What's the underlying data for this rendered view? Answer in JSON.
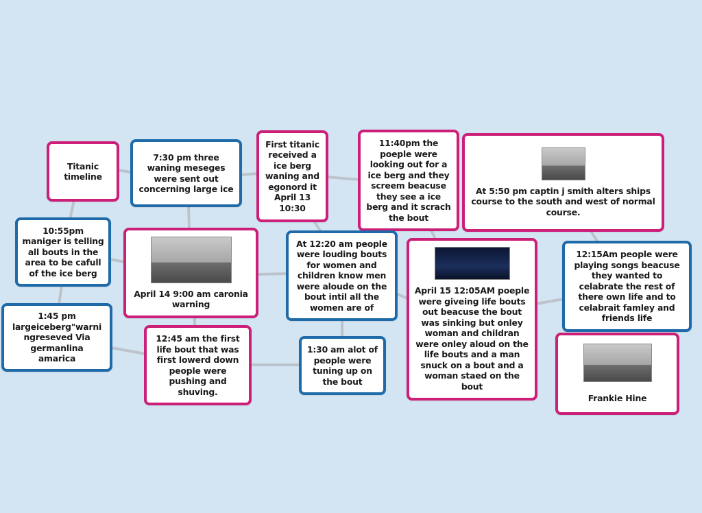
{
  "diagram": {
    "type": "mind-map",
    "background_color": "#d3e5f3",
    "colors": {
      "pink_border": "#cc1f78",
      "blue_border": "#1f6aa8",
      "connector": "#bcc3cb"
    },
    "nodes": [
      {
        "id": "title",
        "style": "pink",
        "text": "Titanic\ntimeline"
      },
      {
        "id": "n730",
        "style": "blue",
        "text": "7:30 pm three\nwaning meseges\nwere sent out\nconcerning large ice"
      },
      {
        "id": "first",
        "style": "pink",
        "text": "First titanic\nreceived a\nice berg\nwaning and\negonord it\nApril 13\n10:30"
      },
      {
        "id": "n1140",
        "style": "pink",
        "text": "11:40pm the\npoeple were\nlooking out for a\nice berg and they\nscreem beacuse\nthey see a ice\nberg and it scrach\nthe bout"
      },
      {
        "id": "n550",
        "style": "pink",
        "image": "titanic-sinking-photo",
        "text": "At 5:50 pm captin j smith alters ships\ncourse to the south and west of normal\ncourse."
      },
      {
        "id": "n1055",
        "style": "blue",
        "text": "10:55pm\nmaniger is telling\nall bouts in the\narea to be cafull\nof the ice berg"
      },
      {
        "id": "april14",
        "style": "pink",
        "image": "titanic-ship-photo",
        "text": "April 14 9:00 am caronia\nwarning"
      },
      {
        "id": "n1220",
        "style": "blue",
        "text": "At 12:20 am people\nwere louding bouts\nfor women and\nchildren know men\nwere aloude on the\nbout intil all the\nwomen are of"
      },
      {
        "id": "april15",
        "style": "pink",
        "image": "titanic-night-sinking-photo",
        "text": "April 15 12:05AM poeple\nwere giveing life bouts\nout beacuse the bout\nwas sinking but onley\nwoman and childran\nwere onley aloud on the\nlife bouts and a man\nsnuck on a bout and a\nwoman staed on the\nbout"
      },
      {
        "id": "n1215",
        "style": "blue",
        "text": "12:15Am people were\nplaying songs beacuse\nthey wanted to\ncelabrate the rest of\nthere own life and to\ncelabrait famley and\nfriends life"
      },
      {
        "id": "n145",
        "style": "blue",
        "text": "1:45 pm\nlargeiceberg\"warni\nngreseved    Via\ngermanlina\namarica"
      },
      {
        "id": "n1245",
        "style": "pink",
        "text": "12:45 am the first\nlife bout that was\nfirst lowerd down\npeople were\npushing and\nshuving."
      },
      {
        "id": "n130",
        "style": "blue",
        "text": "1:30 am alot of\npeople were\ntuning up on\nthe bout"
      },
      {
        "id": "author",
        "style": "pink",
        "image": "titanic-ship-photo",
        "text": "Frankie Hine"
      }
    ],
    "connections": [
      [
        "title",
        "n730"
      ],
      [
        "title",
        "n1055"
      ],
      [
        "n730",
        "first"
      ],
      [
        "n730",
        "april14"
      ],
      [
        "first",
        "n1140"
      ],
      [
        "first",
        "n1220"
      ],
      [
        "n1140",
        "april15"
      ],
      [
        "n550",
        "n1215"
      ],
      [
        "n1055",
        "april14"
      ],
      [
        "n1055",
        "n145"
      ],
      [
        "april14",
        "n1220"
      ],
      [
        "april14",
        "n1245"
      ],
      [
        "n1220",
        "april15"
      ],
      [
        "n1220",
        "n130"
      ],
      [
        "n145",
        "n1245"
      ],
      [
        "n1245",
        "n130"
      ],
      [
        "april15",
        "n1215"
      ]
    ]
  }
}
